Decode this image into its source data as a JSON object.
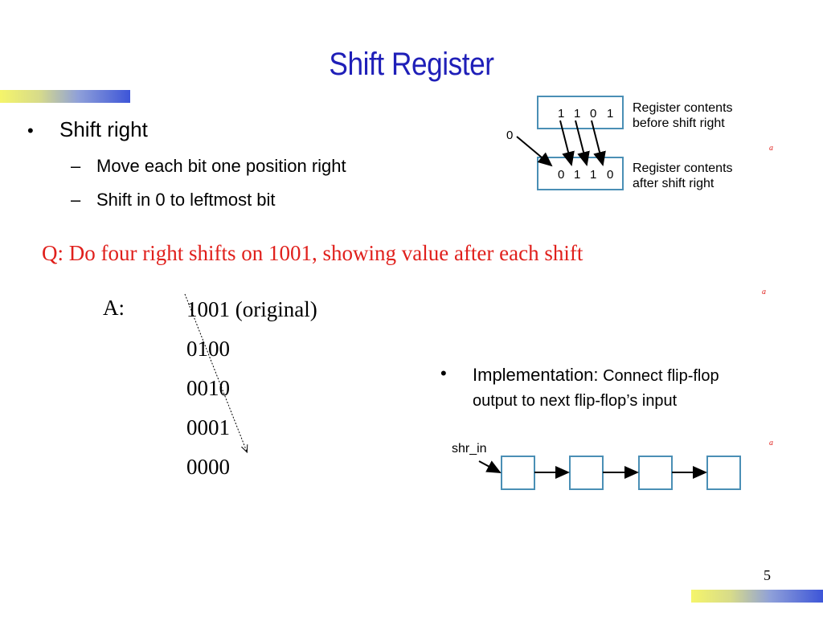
{
  "slide": {
    "title": "Shift Register",
    "bullets": [
      {
        "text": "Shift right",
        "subs": [
          "Move each bit one position right",
          "Shift in 0 to leftmost bit"
        ]
      }
    ],
    "bullet_symbol": "•",
    "dash_symbol": "–",
    "question": "Q: Do four right shifts on 1001, showing value after each shift",
    "answer": {
      "label": "A:",
      "lines": [
        "1001 (original)",
        "0100",
        "0010",
        "0001",
        "0000"
      ]
    },
    "implementation": {
      "label": "Implementation:",
      "text_line1": " Connect flip-flop",
      "text_line2": "output to next flip-flop’s input"
    },
    "diagram": {
      "before_bits": [
        "1",
        "1",
        "0",
        "1"
      ],
      "after_bits": [
        "0",
        "1",
        "1",
        "0"
      ],
      "shift_in": "0",
      "before_label_1": "Register contents",
      "before_label_2": "before shift right",
      "after_label_1": "Register contents",
      "after_label_2": "after shift right",
      "shr_in_label": "shr_in"
    },
    "annotation_mark": "a",
    "page_number": "5",
    "colors": {
      "title": "#1f1fb8",
      "question": "#e0201c",
      "box_stroke": "#4a8fb5"
    }
  }
}
